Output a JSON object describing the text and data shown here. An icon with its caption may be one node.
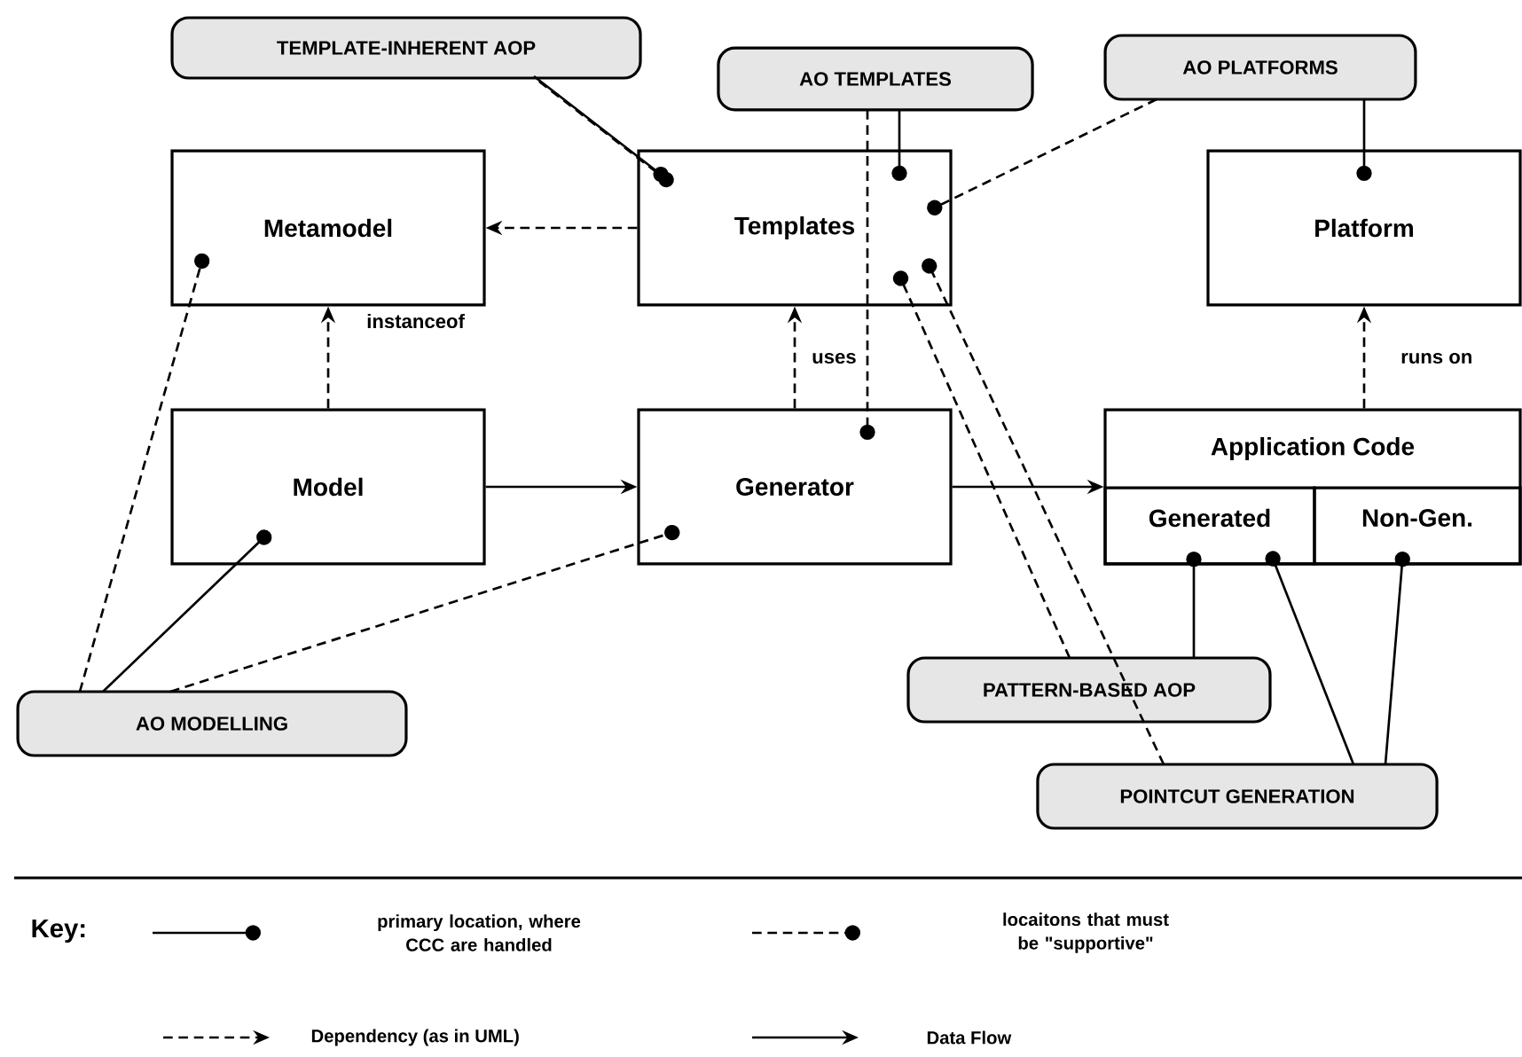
{
  "diagram": {
    "nodes": [
      {
        "text": [
          "TEMPLATE-INHERENT AOP"
        ]
      },
      {
        "text": [
          "AO TEMPLATES"
        ]
      },
      {
        "text": [
          "AO PLATFORMS"
        ]
      },
      {
        "text": [
          "Metamodel"
        ]
      },
      {
        "text": [
          "Templates"
        ]
      },
      {
        "text": [
          "Platform"
        ]
      },
      {
        "text": [
          "Model"
        ]
      },
      {
        "text": [
          "Generator"
        ]
      },
      {
        "text": [
          "Application Code"
        ]
      },
      {
        "text": [
          "Generated"
        ],
        "in": 8
      },
      {
        "text": [
          "Non-Gen."
        ],
        "in": 8
      },
      {
        "text": [
          "PATTERN-BASED AOP"
        ]
      },
      {
        "text": [
          "AO MODELLING"
        ]
      },
      {
        "text": [
          "POINTCUT GENERATION"
        ]
      }
    ],
    "edges": [
      {
        "from": 4,
        "to": 3,
        "arrow": "to",
        "style": "dashed"
      },
      {
        "from": 6,
        "to": 3,
        "arrow": "to",
        "style": "dashed",
        "label": "instanceof"
      },
      {
        "from": 7,
        "to": 4,
        "arrow": "to",
        "style": "dashed",
        "label": "uses"
      },
      {
        "from": 8,
        "to": 5,
        "arrow": "to",
        "style": "dashed",
        "label": "runs on"
      },
      {
        "from": 6,
        "to": 7,
        "arrow": "to"
      },
      {
        "from": 7,
        "to": 8,
        "arrow": "to"
      },
      {
        "from": 0,
        "to": 4,
        "arrow": "other"
      },
      {
        "from": 0,
        "to": 4,
        "arrow": "other",
        "style": "dashed"
      },
      {
        "from": 1,
        "to": 4,
        "arrow": "other"
      },
      {
        "from": 1,
        "to": 7,
        "arrow": "other",
        "style": "dashed"
      },
      {
        "from": 2,
        "to": 4,
        "arrow": "other",
        "style": "dashed"
      },
      {
        "from": 2,
        "to": 5,
        "arrow": "other"
      },
      {
        "from": 11,
        "to": 4,
        "arrow": "other",
        "style": "dashed"
      },
      {
        "from": 11,
        "to": 9,
        "arrow": "other"
      },
      {
        "from": 13,
        "to": 4,
        "arrow": "other",
        "style": "dashed"
      },
      {
        "from": 13,
        "to": 9,
        "arrow": "other"
      },
      {
        "from": 13,
        "to": 10,
        "arrow": "other"
      },
      {
        "from": 12,
        "to": 3,
        "arrow": "other",
        "style": "dashed"
      },
      {
        "from": 12,
        "to": 6,
        "arrow": "other"
      },
      {
        "from": 12,
        "to": 7,
        "arrow": "other",
        "style": "dashed"
      }
    ],
    "labels": [
      "Key:"
    ],
    "legend": [
      {
        "text": "primary location, where CCC are handled"
      },
      {
        "text": "locaitons that must be \"supportive\""
      },
      {
        "text": "Dependency (as in UML)"
      },
      {
        "text": "Data Flow"
      }
    ]
  }
}
